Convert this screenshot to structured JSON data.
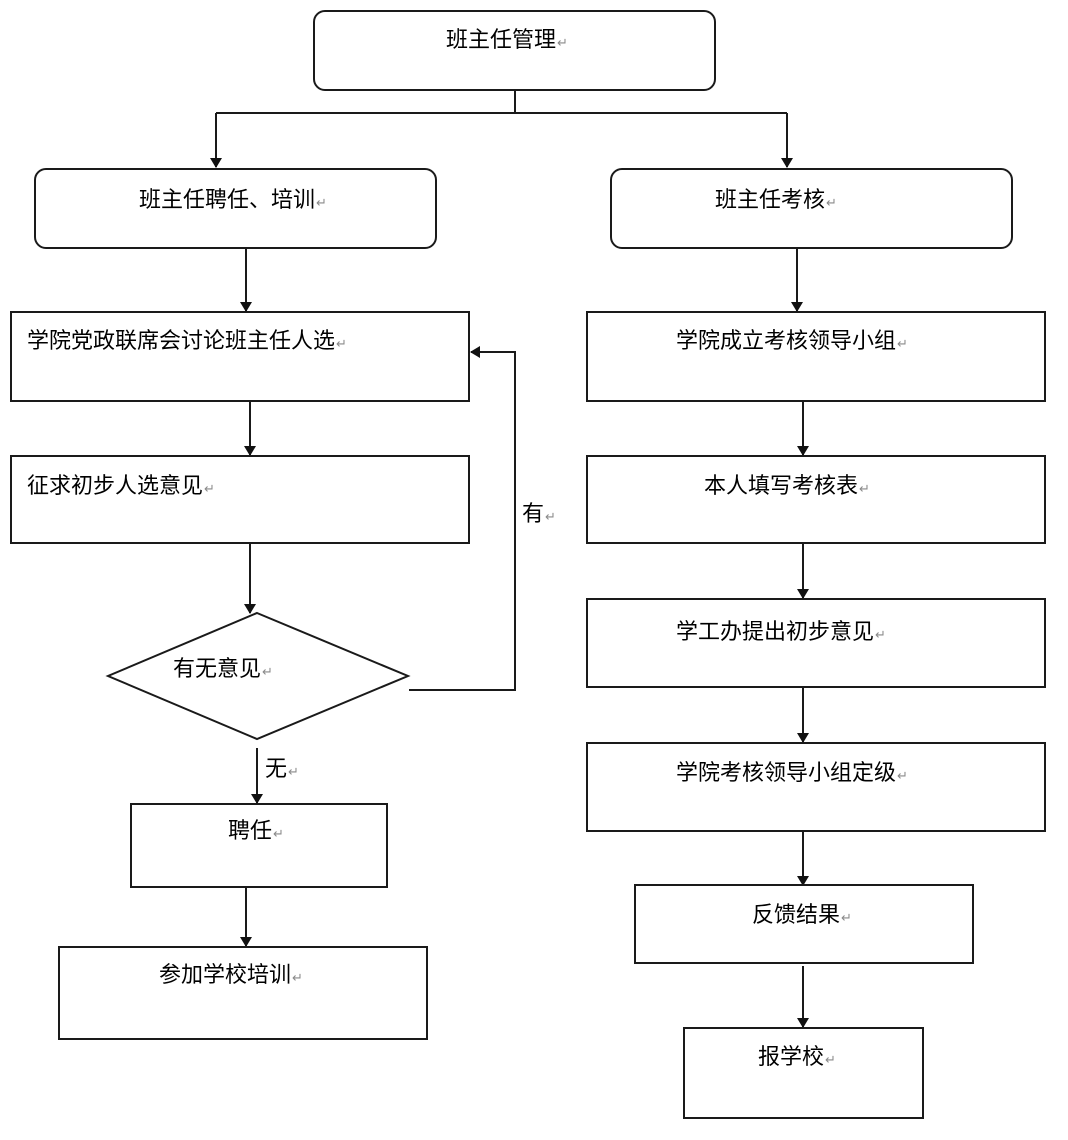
{
  "diagram": {
    "title": "班主任管理",
    "return_mark": "↵",
    "left_branch": {
      "header": "班主任聘任、培训",
      "steps": [
        "学院党政联席会讨论班主任人选",
        "征求初步人选意见"
      ],
      "decision": "有无意见",
      "decision_yes_label": "有",
      "decision_no_label": "无",
      "after_steps": [
        "聘任",
        "参加学校培训"
      ]
    },
    "right_branch": {
      "header": "班主任考核",
      "steps": [
        "学院成立考核领导小组",
        "本人填写考核表",
        "学工办提出初步意见",
        "学院考核领导小组定级",
        "反馈结果",
        "报学校"
      ]
    }
  }
}
